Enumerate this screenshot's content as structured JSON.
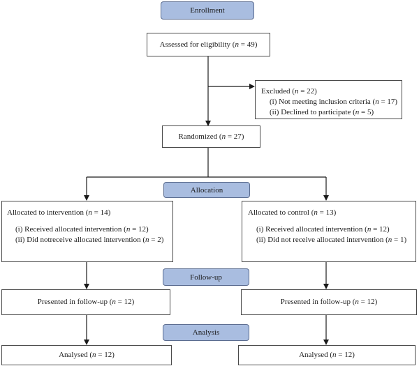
{
  "stages": {
    "enrollment": "Enrollment",
    "allocation": "Allocation",
    "follow_up": "Follow-up",
    "analysis": "Analysis"
  },
  "assessed": {
    "pre": "Assessed for eligibility (",
    "n": "n",
    "post": " = 49)"
  },
  "excluded": {
    "title": {
      "pre": "Excluded (",
      "n": "n",
      "post": " = 22)"
    },
    "items": [
      {
        "pre": "(i) Not meeting inclusion criteria (",
        "n": "n",
        "post": " = 17)"
      },
      {
        "pre": "(ii) Declined to participate (",
        "n": "n",
        "post": " = 5)"
      }
    ]
  },
  "randomized": {
    "pre": "Randomized (",
    "n": "n",
    "post": " = 27)"
  },
  "intervention": {
    "title": {
      "pre": "Allocated to intervention (",
      "n": "n",
      "post": " = 14)"
    },
    "items": [
      {
        "pre": "(i) Received allocated intervention (",
        "n": "n",
        "post": " = 12)"
      },
      {
        "pre": "(ii) Did notreceive allocated intervention (",
        "n": "n",
        "post": " = 2)"
      }
    ],
    "follow_up": {
      "pre": "Presented in follow-up (",
      "n": "n",
      "post": " = 12)"
    },
    "analysed": {
      "pre": "Analysed (",
      "n": "n",
      "post": " = 12)"
    }
  },
  "control": {
    "title": {
      "pre": "Allocated to control (",
      "n": "n",
      "post": " = 13)"
    },
    "items": [
      {
        "pre": "(i) Received allocated intervention (",
        "n": "n",
        "post": " = 12)"
      },
      {
        "pre": "(ii) Did not receive allocated intervention (",
        "n": "n",
        "post": " = 1)"
      }
    ],
    "follow_up": {
      "pre": "Presented in follow-up (",
      "n": "n",
      "post": " = 12)"
    },
    "analysed": {
      "pre": "Analysed (",
      "n": "n",
      "post": " = 12)"
    }
  },
  "colors": {
    "stage_fill": "#a9bde0",
    "line": "#1a1a1a"
  }
}
